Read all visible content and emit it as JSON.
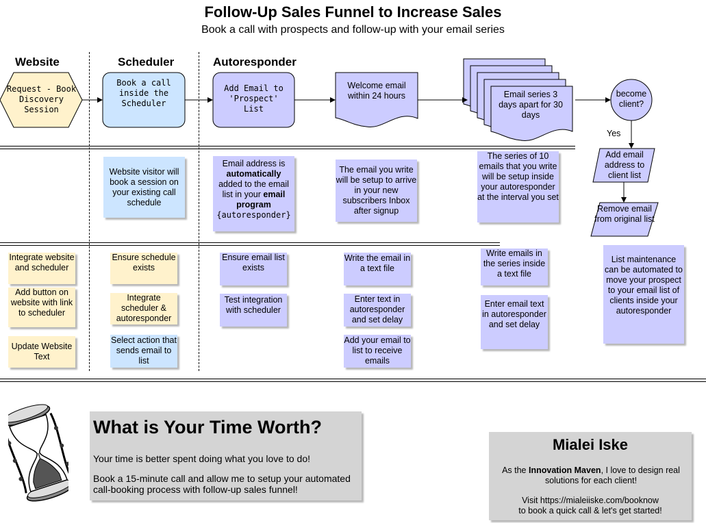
{
  "header": {
    "title": "Follow-Up Sales Funnel to Increase Sales",
    "subtitle": "Book a call with prospects and follow-up with your email series"
  },
  "columns": {
    "website": "Website",
    "scheduler": "Scheduler",
    "autoresponder": "Autoresponder"
  },
  "flow": {
    "request": "Request - Book Discovery Session",
    "book_call": "Book a call inside the Scheduler",
    "add_email": "Add Email to 'Prospect' List",
    "welcome": "Welcome email within 24 hours",
    "series": "Email series 3 days apart for 30 days",
    "decision": "become client?",
    "yes_label": "Yes",
    "add_client": "Add email address to client list",
    "remove_original": "Remove email from original list"
  },
  "descriptions": {
    "scheduler": "Website visitor will book a session on your existing call schedule",
    "autoresponder_part1": "Email address is",
    "autoresponder_bold1": "automatically",
    "autoresponder_part2": "added to the email list in your",
    "autoresponder_bold2": "email program",
    "autoresponder_part3": "{autoresponder}",
    "welcome": "The email you write will be setup to arrive in your new subscribers Inbox after signup",
    "series": "The series of 10 emails that you write will be setup inside your autoresponder at the interval you set"
  },
  "tasks": {
    "website": [
      "Integrate website and scheduler",
      "Add button on website  with link to scheduler",
      "Update Website Text"
    ],
    "scheduler": [
      "Ensure schedule exists",
      "Integrate scheduler & autoresponder",
      "Select action that sends email to list"
    ],
    "autoresponder": [
      "Ensure email list exists",
      "Test integration with scheduler"
    ],
    "welcome": [
      "Write the email in a text file",
      "Enter text in autoresponder and set delay",
      "Add your email to list to receive emails"
    ],
    "series": [
      "Write emails in the series inside a text file",
      "Enter email text in autoresponder and set delay"
    ],
    "client": "List maintenance can be automated to move your prospect to your email list of clients inside your autoresponder"
  },
  "promo": {
    "heading": "What is Your Time Worth?",
    "line1": "Your time is better spent doing what you love to do!",
    "line2": "Book a 15-minute call and allow me to setup your automated call-booking process with follow-up sales funnel!"
  },
  "contact": {
    "name": "Mialei Iske",
    "intro_before": "As the",
    "intro_bold": "Innovation Maven",
    "intro_after": ", I love to design real solutions for each client!",
    "visit": "Visit https://mialeiiske.com/booknow",
    "cta": "to book a quick call & let's get started!"
  },
  "colors": {
    "blue_fill": "#cce5ff",
    "purple_fill": "#ccccff",
    "yellow_fill": "#fff2cc",
    "gray_fill": "#d4d4d4"
  }
}
